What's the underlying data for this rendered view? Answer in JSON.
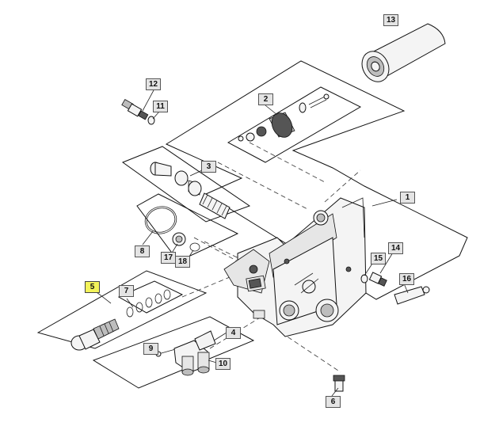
{
  "callouts": [
    {
      "id": "c1",
      "label": "1",
      "highlight": false
    },
    {
      "id": "c2",
      "label": "2",
      "highlight": false
    },
    {
      "id": "c3",
      "label": "3",
      "highlight": false
    },
    {
      "id": "c4",
      "label": "4",
      "highlight": false
    },
    {
      "id": "c5",
      "label": "5",
      "highlight": true
    },
    {
      "id": "c6",
      "label": "6",
      "highlight": false
    },
    {
      "id": "c7",
      "label": "7",
      "highlight": false
    },
    {
      "id": "c8",
      "label": "8",
      "highlight": false
    },
    {
      "id": "c9",
      "label": "9",
      "highlight": false
    },
    {
      "id": "c10",
      "label": "10",
      "highlight": false
    },
    {
      "id": "c11",
      "label": "11",
      "highlight": false
    },
    {
      "id": "c12",
      "label": "12",
      "highlight": false
    },
    {
      "id": "c13",
      "label": "13",
      "highlight": false
    },
    {
      "id": "c14",
      "label": "14",
      "highlight": false
    },
    {
      "id": "c15",
      "label": "15",
      "highlight": false
    },
    {
      "id": "c16",
      "label": "16",
      "highlight": false
    },
    {
      "id": "c17",
      "label": "17",
      "highlight": false
    },
    {
      "id": "c18",
      "label": "18",
      "highlight": false
    }
  ],
  "colors": {
    "highlight": "#f3f35a",
    "callout_fill": "#e4e4e4",
    "line": "#111111"
  }
}
